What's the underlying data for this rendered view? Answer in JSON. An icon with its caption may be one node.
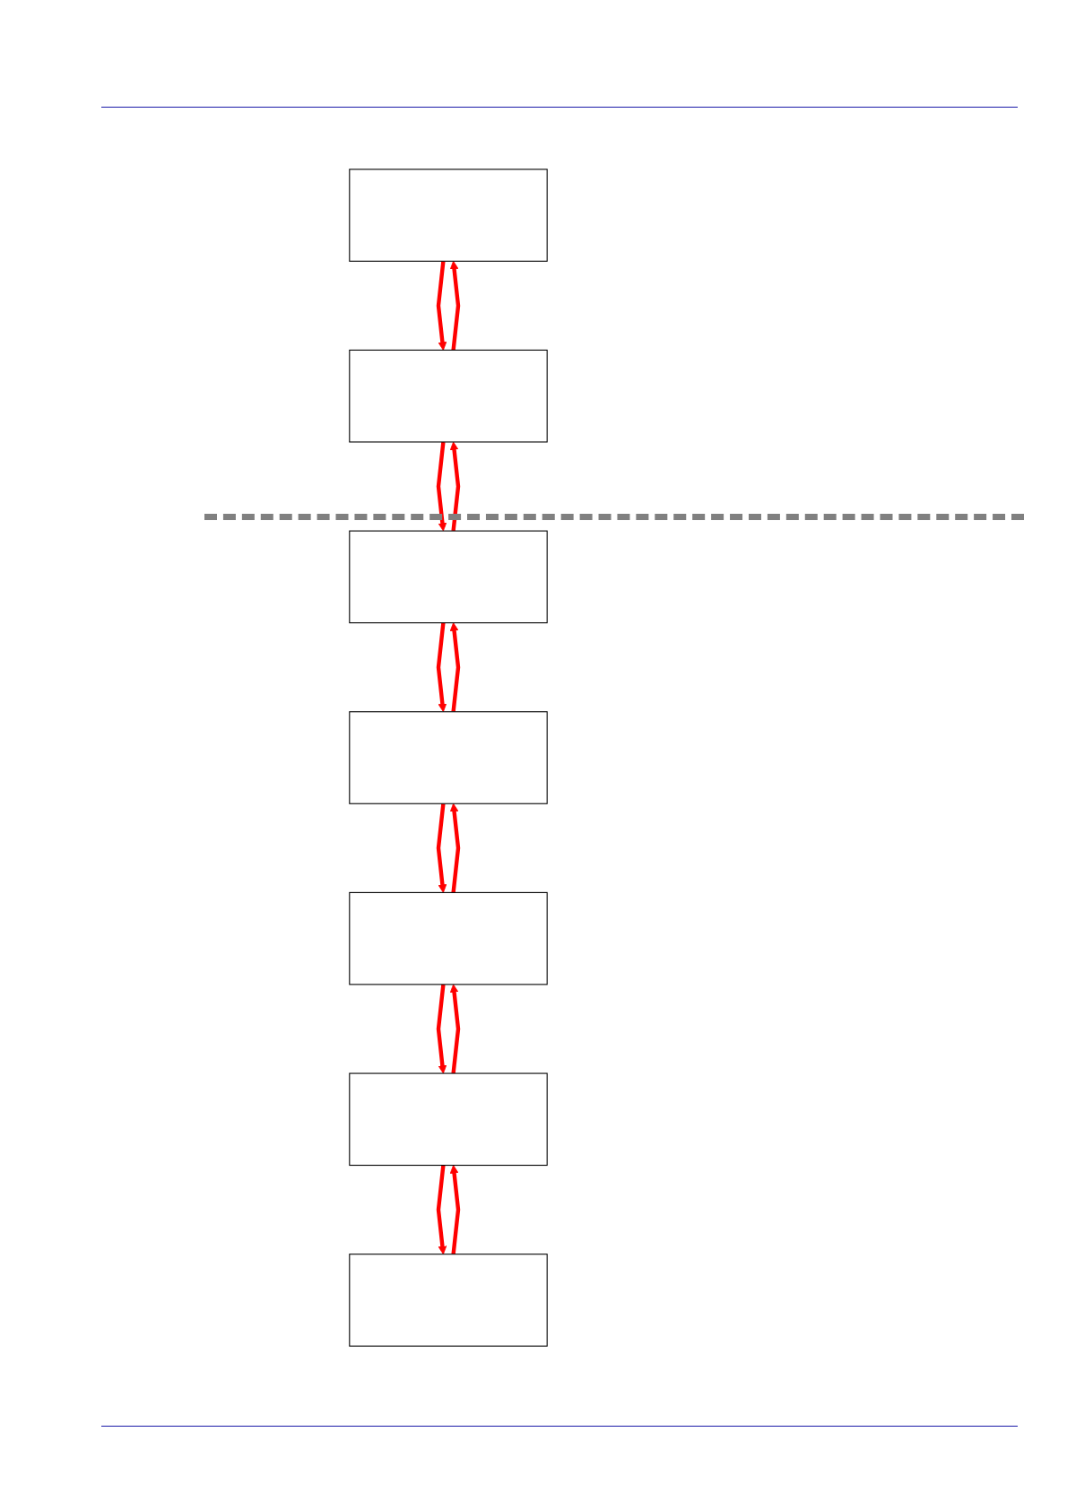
{
  "diagram": {
    "nodes": [
      {
        "text": [],
        "shape": "box"
      },
      {
        "text": [],
        "shape": "box"
      },
      {
        "text": [],
        "shape": "box"
      },
      {
        "text": [],
        "shape": "box"
      },
      {
        "text": [],
        "shape": "box"
      },
      {
        "text": [],
        "shape": "box"
      },
      {
        "text": [],
        "shape": "box"
      }
    ],
    "edges": [
      {
        "from": 0,
        "to": 1,
        "arrow": "to"
      },
      {
        "from": 1,
        "to": 0,
        "arrow": "to"
      },
      {
        "from": 1,
        "to": 2,
        "arrow": "to"
      },
      {
        "from": 2,
        "to": 1,
        "arrow": "to"
      },
      {
        "from": 2,
        "to": 3,
        "arrow": "to"
      },
      {
        "from": 3,
        "to": 2,
        "arrow": "to"
      },
      {
        "from": 3,
        "to": 4,
        "arrow": "to"
      },
      {
        "from": 4,
        "to": 3,
        "arrow": "to"
      },
      {
        "from": 4,
        "to": 5,
        "arrow": "to"
      },
      {
        "from": 5,
        "to": 4,
        "arrow": "to"
      },
      {
        "from": 5,
        "to": 6,
        "arrow": "to"
      },
      {
        "from": 6,
        "to": 5,
        "arrow": "to"
      }
    ]
  }
}
